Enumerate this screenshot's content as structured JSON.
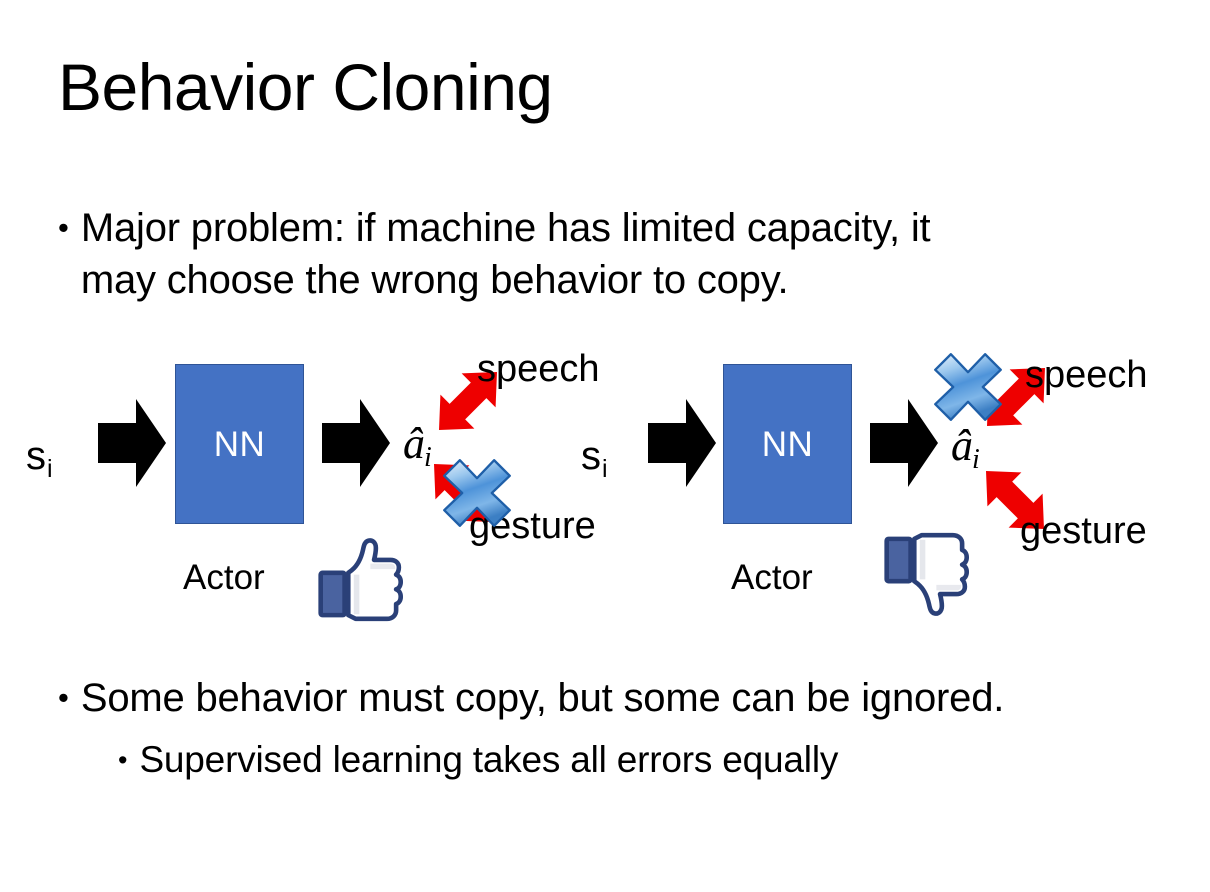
{
  "slide": {
    "title": "Behavior Cloning",
    "background_color": "#ffffff"
  },
  "bullets": {
    "top": {
      "marker": "•",
      "line1": "Major problem: if machine has limited capacity, it",
      "line2": "may choose the wrong behavior to copy."
    },
    "bottom_level1": {
      "marker": "•",
      "text": "Some behavior must copy, but some can be ignored."
    },
    "bottom_level2": {
      "marker": "•",
      "text": "Supervised learning takes all errors equally"
    }
  },
  "colors": {
    "nn_box_fill": "#4472C4",
    "nn_box_border": "#2F5496",
    "arrow_black": "#000000",
    "arrow_red": "#EE0000",
    "x_marker_blue": "#3F86D6",
    "x_marker_light": "#CFE3F7",
    "x_marker_outline": "#1F5FA8",
    "thumb_blue": "#3B5998",
    "text_black": "#000000"
  },
  "diagrams": [
    {
      "id": "left",
      "state_label": {
        "base": "s",
        "subscript": "i"
      },
      "input_arrow": "right-block-arrow",
      "model_box": {
        "label": "NN",
        "caption": "Actor"
      },
      "output_arrow": "right-block-arrow",
      "action_label": {
        "base": "â",
        "subscript": "i"
      },
      "branches": [
        {
          "id": "speech",
          "label": "speech",
          "direction": "up-right",
          "crossed_out": false
        },
        {
          "id": "gesture",
          "label": "gesture",
          "direction": "down-right",
          "crossed_out": true
        }
      ],
      "feedback_icon": {
        "name": "thumbs-up-icon",
        "value": "like"
      }
    },
    {
      "id": "right",
      "state_label": {
        "base": "s",
        "subscript": "i"
      },
      "input_arrow": "right-block-arrow",
      "model_box": {
        "label": "NN",
        "caption": "Actor"
      },
      "output_arrow": "right-block-arrow",
      "action_label": {
        "base": "â",
        "subscript": "i"
      },
      "branches": [
        {
          "id": "speech",
          "label": "speech",
          "direction": "up-right",
          "crossed_out": true
        },
        {
          "id": "gesture",
          "label": "gesture",
          "direction": "down-right",
          "crossed_out": false
        }
      ],
      "feedback_icon": {
        "name": "thumbs-down-icon",
        "value": "dislike"
      }
    }
  ]
}
